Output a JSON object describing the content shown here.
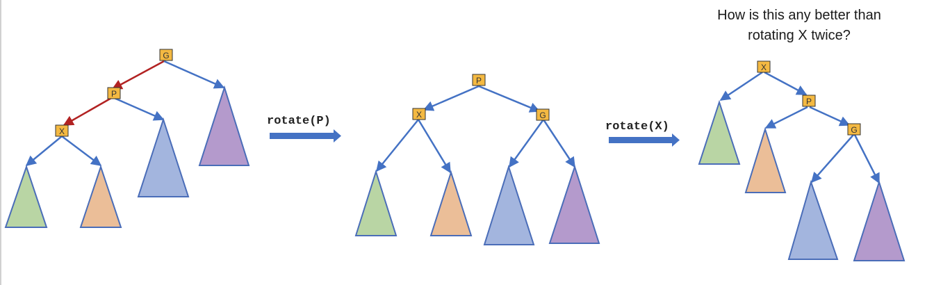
{
  "caption": {
    "line1": "How is this any better than",
    "line2": "rotating X twice?"
  },
  "operations": {
    "first": "rotate(P)",
    "second": "rotate(X)"
  },
  "nodes": {
    "g": "G",
    "p": "P",
    "x": "X"
  },
  "colors": {
    "edge": "#4472C4",
    "highlight_edge": "#B22222",
    "node_fill": "#F4B942",
    "node_stroke": "#333333",
    "arrow": "#4472C4",
    "subtree_green": "#B9D5A4",
    "subtree_orange": "#EBBE98",
    "subtree_blue": "#A3B5DE",
    "subtree_purple": "#B49ACC",
    "subtree_stroke": "#4A6DB8"
  }
}
